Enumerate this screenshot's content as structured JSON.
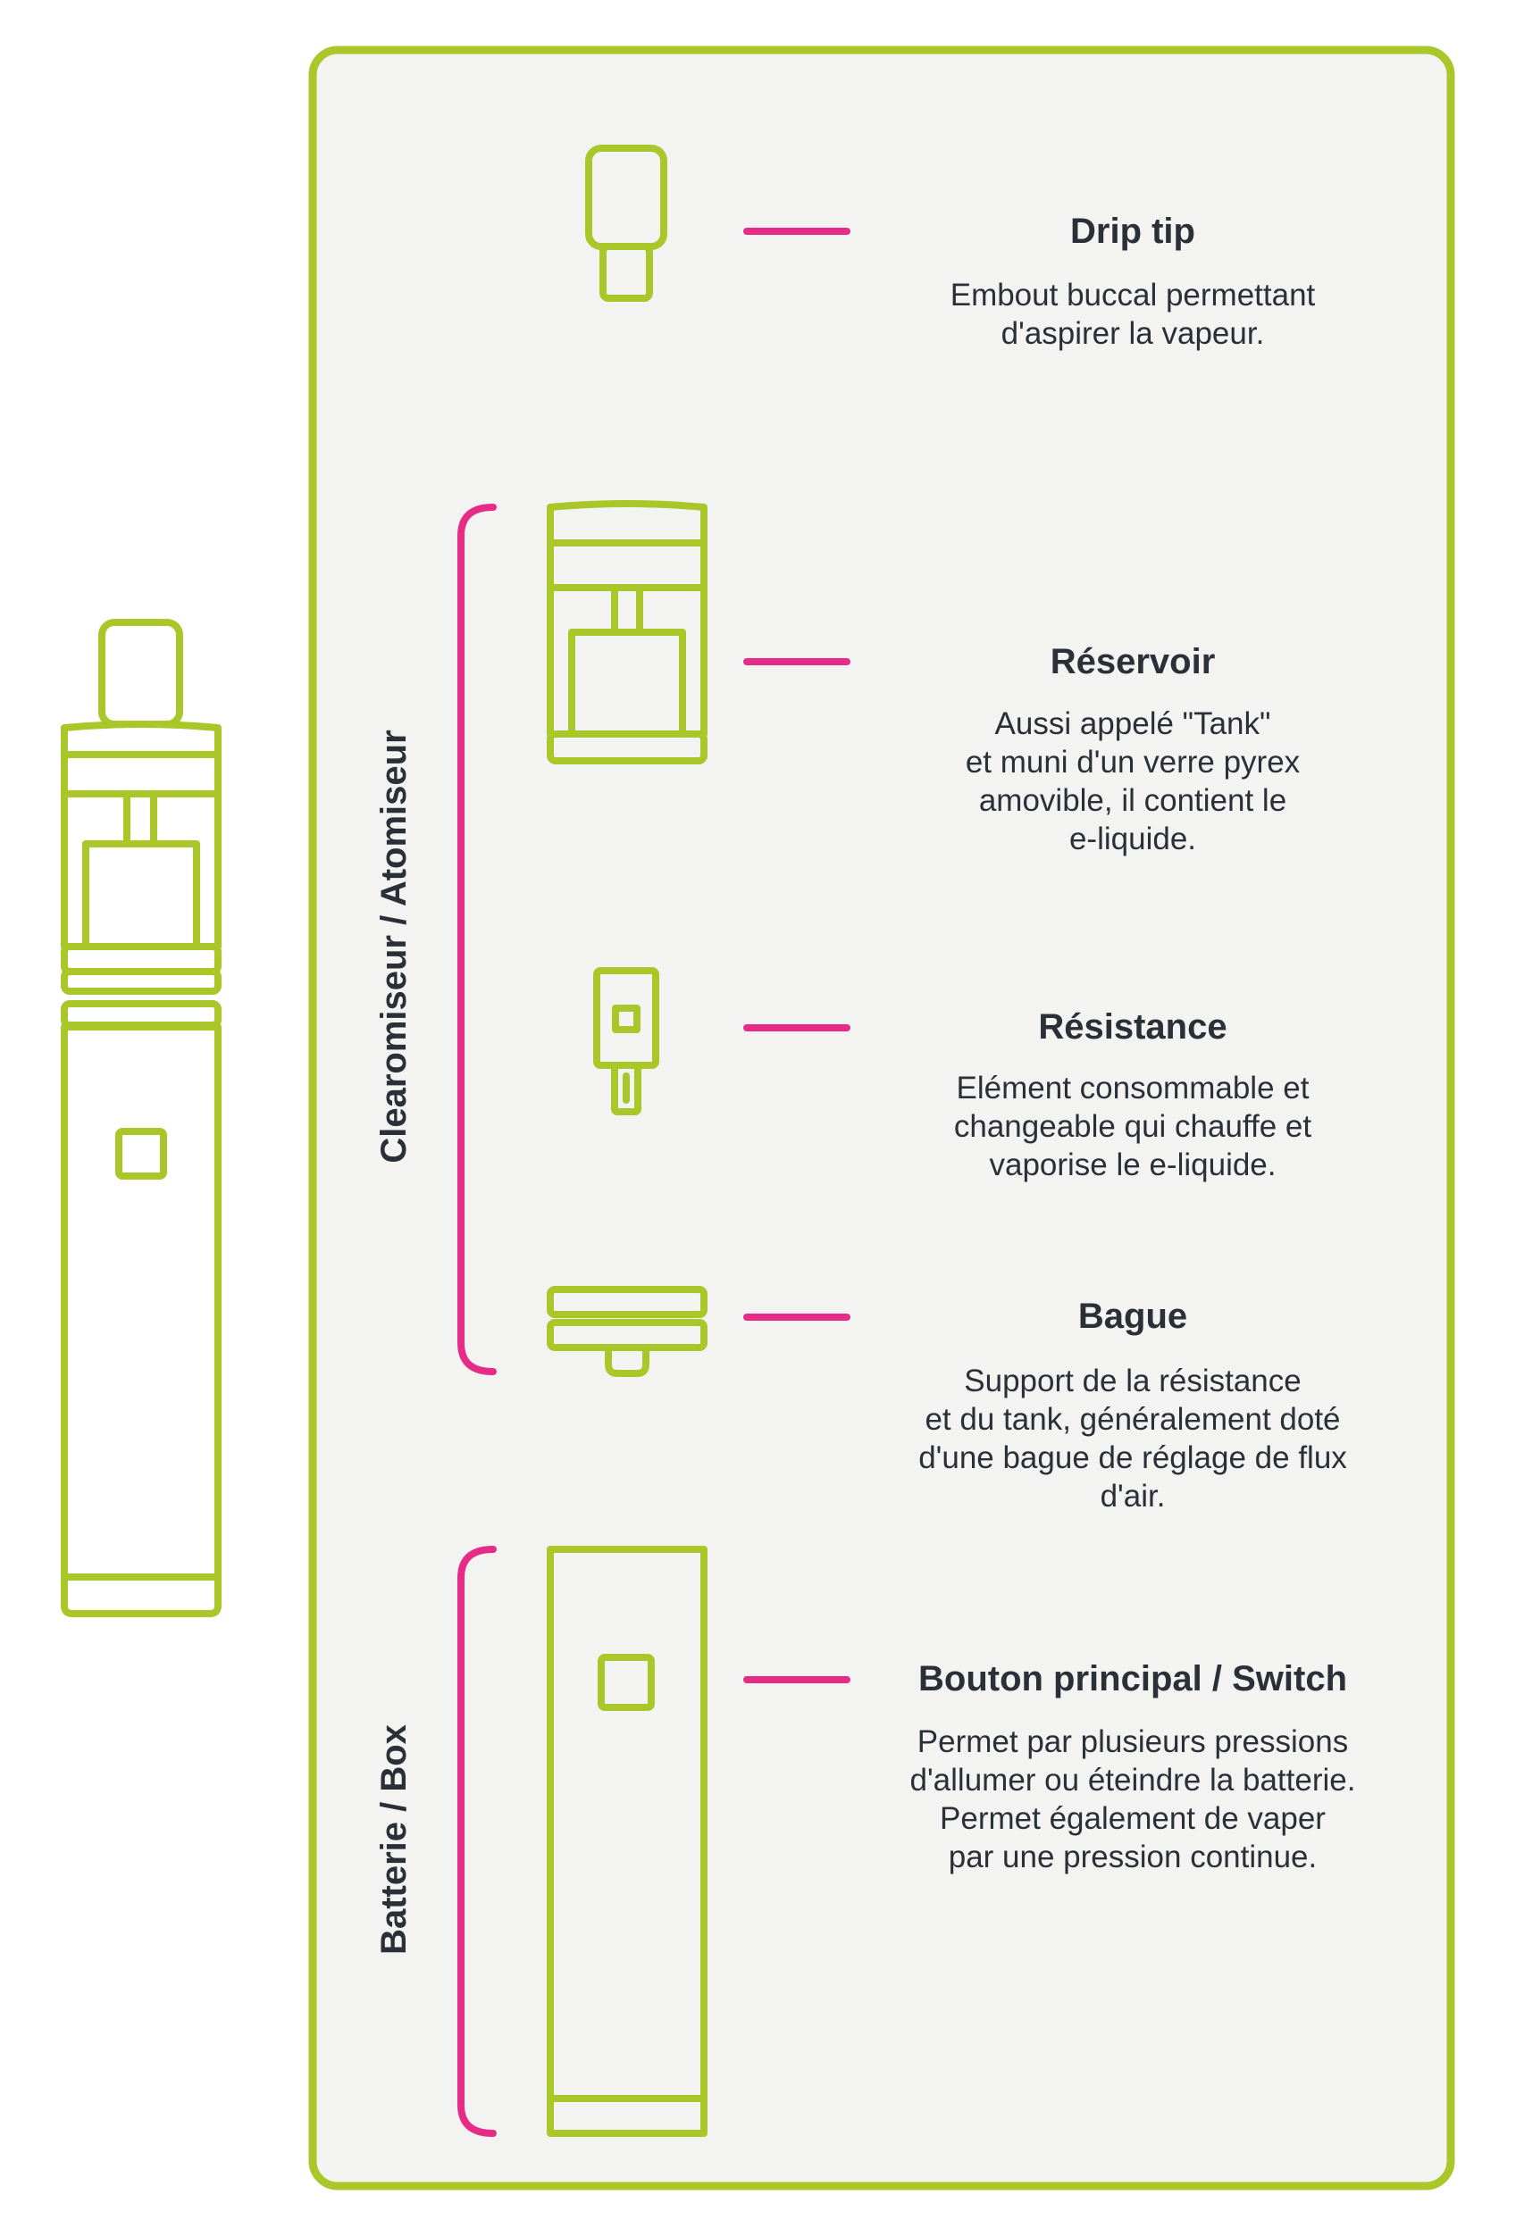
{
  "colors": {
    "outline": "#a9c728",
    "accent": "#e62c87",
    "panel_bg": "#f3f3f1",
    "text": "#2a2f38"
  },
  "groups": {
    "clearomiseur": "Clearomiseur / Atomiseur",
    "batterie": "Batterie / Box"
  },
  "parts": [
    {
      "id": "drip-tip",
      "title": "Drip tip",
      "description": "Embout buccal permettant\nd'aspirer la vapeur.",
      "icon": "drip-tip-icon"
    },
    {
      "id": "reservoir",
      "title": "Réservoir",
      "description": "Aussi appelé \"Tank\"\net muni d'un verre pyrex\namovible, il contient le\ne-liquide.",
      "icon": "tank-icon"
    },
    {
      "id": "resistance",
      "title": "Résistance",
      "description": "Elément consommable et\nchangeable qui chauffe et\nvaporise le e-liquide.",
      "icon": "coil-icon"
    },
    {
      "id": "bague",
      "title": "Bague",
      "description": "Support de la résistance\net du tank, généralement doté\nd'une bague de réglage de flux\nd'air.",
      "icon": "ring-icon"
    },
    {
      "id": "switch",
      "title": "Bouton principal / Switch",
      "description": "Permet par plusieurs pressions\nd'allumer ou éteindre la batterie.\nPermet également de vaper\npar une pression continue.",
      "icon": "battery-icon"
    }
  ]
}
